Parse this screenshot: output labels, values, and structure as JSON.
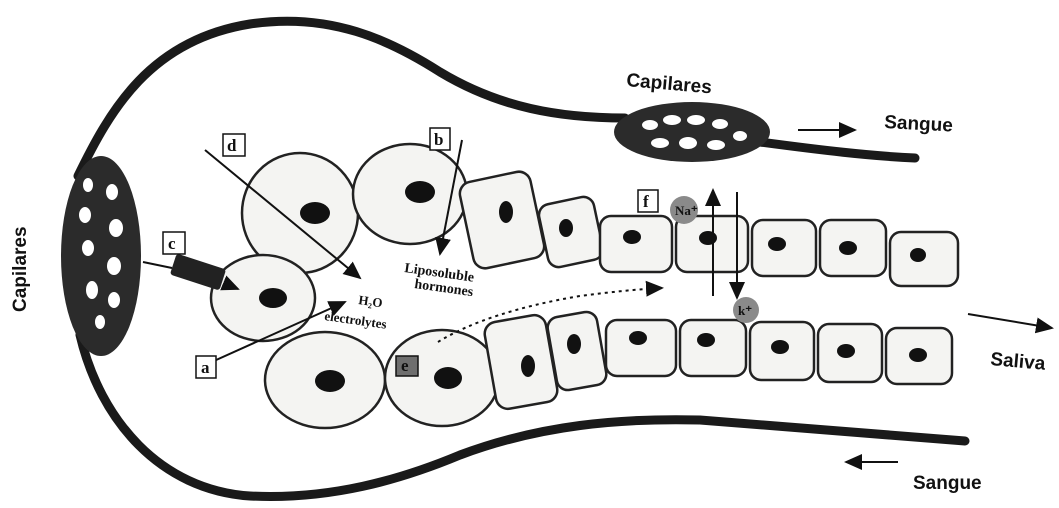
{
  "labels": {
    "capilares_top": "Capilares",
    "capilares_left": "Capilares",
    "sangue_top": "Sangue",
    "sangue_bottom": "Sangue",
    "saliva": "Saliva",
    "liposoluble_line1": "Liposoluble",
    "liposoluble_line2": "hormones",
    "h2o": "H₂O",
    "electrolytes": "electrolytes",
    "na": "Na⁺",
    "k": "k⁺"
  },
  "markers": {
    "a": "a",
    "b": "b",
    "c": "c",
    "d": "d",
    "e": "e",
    "f": "f"
  },
  "colors": {
    "outline": "#1a1a1a",
    "cell_fill": "#f4f4f2",
    "capillary": "#2b2b2b",
    "ion_circle": "#8a8a8a",
    "marker_e_fill": "#6e6e6e"
  }
}
